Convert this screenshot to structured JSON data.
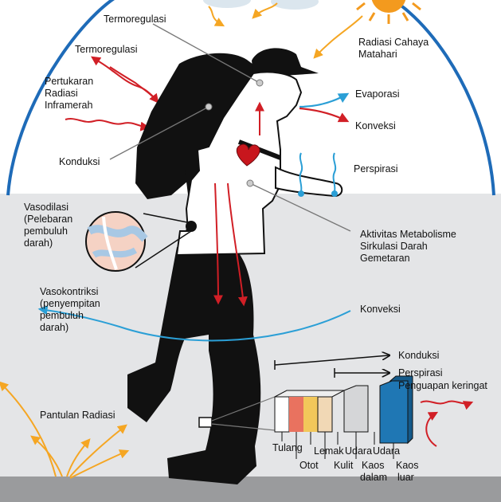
{
  "labels": {
    "termoregulasi_top": "Termoregulasi",
    "termoregulasi_left": "Termoregulasi",
    "pertukaran": [
      "Pertukaran",
      "Radiasi",
      "Inframerah"
    ],
    "konduksi_left": "Konduksi",
    "radiasi_matahari": [
      "Radiasi Cahaya",
      "Matahari"
    ],
    "evaporasi": "Evaporasi",
    "konveksi_top": "Konveksi",
    "perspirasi_top": "Perspirasi",
    "vasodilasi": [
      "Vasodilasi",
      "(Pelebaran",
      "pembuluh",
      "darah)"
    ],
    "aktivitas": [
      "Aktivitas Metabolisme",
      "Sirkulasi Darah",
      "Gemetaran"
    ],
    "vasokontriksi": [
      "Vasokontriksi",
      "(penyempitan",
      "pembuluh",
      "darah)"
    ],
    "konveksi_mid": "Konveksi",
    "konduksi_right": "Konduksi",
    "perspirasi_right": "Perspirasi",
    "penguapan": "Penguapan keringat",
    "pantulan": "Pantulan Radiasi",
    "layers": {
      "tulang": "Tulang",
      "otot": "Otot",
      "lemak": "Lemak",
      "kulit": "Kulit",
      "udara1": "Udara",
      "udara2": "Udara",
      "kaos_dalam": [
        "Kaos",
        "dalam"
      ],
      "kaos_luar": [
        "Kaos",
        "luar"
      ]
    }
  },
  "colors": {
    "sky": "#ffffff",
    "ground": "#e4e5e7",
    "floor": "#9a9b9d",
    "dome": "#1e6bb8",
    "heat_arrow": "#d11f26",
    "sun_arrow": "#f5a623",
    "cool_arrow": "#2b9fd6",
    "figure": "#111111"
  }
}
